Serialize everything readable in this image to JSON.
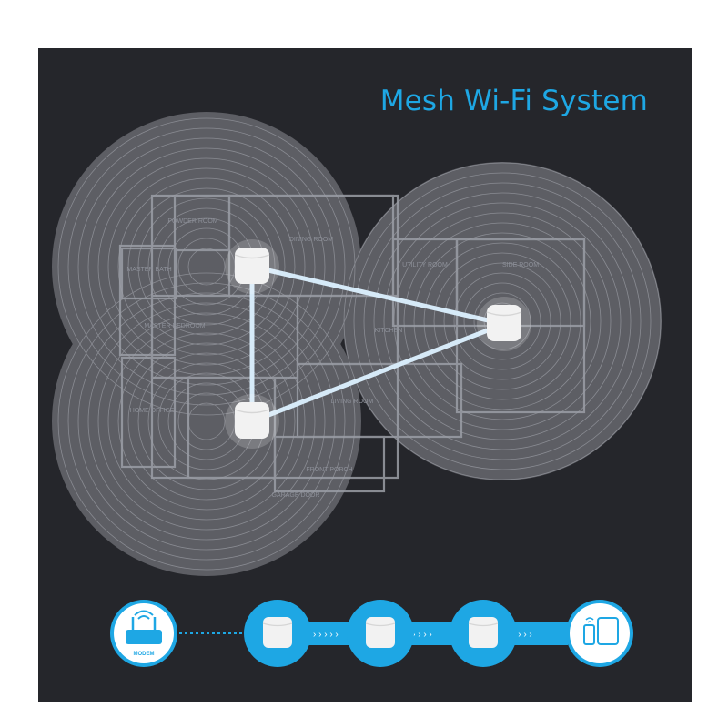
{
  "title": "Mesh Wi-Fi System",
  "colors": {
    "accent": "#1ea7e4",
    "panel_bg": "#25262b",
    "coverage": "#5d5e64",
    "link_line": "#d6eaf8",
    "node": "#f2f2f2"
  },
  "rooms": [
    {
      "id": "powder-room",
      "label": "POWDER ROOM"
    },
    {
      "id": "dining-room",
      "label": "DINING ROOM"
    },
    {
      "id": "master-bath",
      "label": "MASTER BATH"
    },
    {
      "id": "utility-room",
      "label": "UTILITY ROOM"
    },
    {
      "id": "side-room",
      "label": "SIDE ROOM"
    },
    {
      "id": "master-bedroom",
      "label": "MASTER BEDROOM"
    },
    {
      "id": "kitchen",
      "label": "KITCHEN"
    },
    {
      "id": "home-office",
      "label": "HOME OFFICE"
    },
    {
      "id": "living-room",
      "label": "LIVING ROOM"
    },
    {
      "id": "front-porch",
      "label": "FRONT PORCH"
    },
    {
      "id": "garage-door",
      "label": "GARAGE DOOR"
    }
  ],
  "chain": {
    "modem_label": "MODEM",
    "icons": [
      "modem-icon",
      "mesh-node-icon",
      "mesh-node-icon",
      "mesh-node-icon",
      "phone-tablet-icon"
    ]
  }
}
